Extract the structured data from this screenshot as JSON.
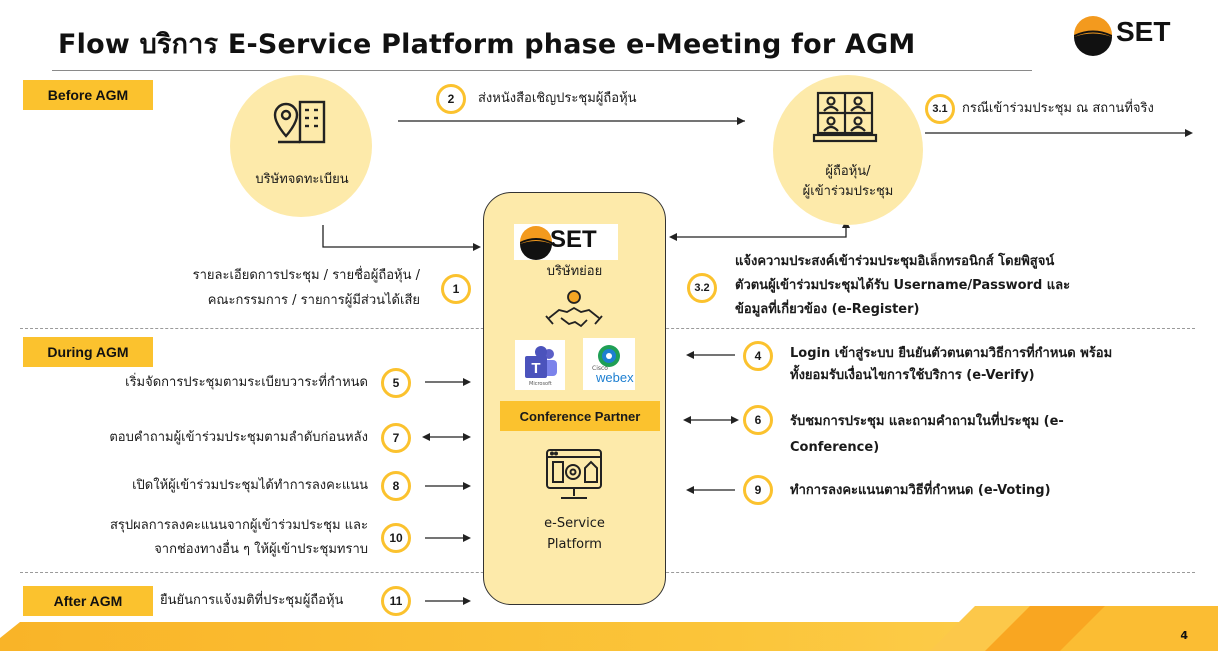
{
  "title": "Flow บริการ E-Service Platform phase e-Meeting for AGM",
  "logo_text": "SET",
  "phases": {
    "before": "Before AGM",
    "during": "During AGM",
    "after": "After AGM"
  },
  "nodes": {
    "registrar": "บริษัทจดทะเบียน",
    "shareholders": [
      "ผู้ถือหุ้น/",
      "ผู้เข้าร่วมประชุม"
    ],
    "subsidiary": "บริษัทย่อย",
    "conference_partner": "Conference Partner",
    "platform": [
      "e-Service",
      "Platform"
    ],
    "webex_small": "Cisco",
    "webex": "webex",
    "teams_small": "Microsoft"
  },
  "steps": {
    "s1": {
      "num": "1",
      "lines": [
        "รายละเอียดการประชุม / รายชื่อผู้ถือหุ้น /",
        "คณะกรรมการ / รายการผู้มีส่วนได้เสีย"
      ]
    },
    "s2": {
      "num": "2",
      "text": "ส่งหนังสือเชิญประชุมผู้ถือหุ้น"
    },
    "s3_1": {
      "num": "3.1",
      "text": "กรณีเข้าร่วมประชุม ณ สถานที่จริง"
    },
    "s3_2": {
      "num": "3.2",
      "lines": [
        "แจ้งความประสงค์เข้าร่วมประชุมอิเล็กทรอนิกส์ โดยพิสูจน์",
        "ตัวตนผู้เข้าร่วมประชุมได้รับ Username/Password และ",
        "ข้อมูลที่เกี่ยวข้อง  (e-Register)"
      ]
    },
    "s4": {
      "num": "4",
      "lines": [
        "Login เข้าสู่ระบบ ยืนยันตัวตนตามวิธีการที่กำหนด พร้อม",
        "ทั้งยอมรับเงื่อนไขการใช้บริการ (e-Verify)"
      ]
    },
    "s5": {
      "num": "5",
      "text": "เริ่มจัดการประชุมตามระเบียบวาระที่กำหนด"
    },
    "s6": {
      "num": "6",
      "lines": [
        "รับชมการประชุม และถามคำถามในที่ประชุม (e-",
        "Conference)"
      ]
    },
    "s7": {
      "num": "7",
      "text": "ตอบคำถามผู้เข้าร่วมประชุมตามลำดับก่อนหลัง"
    },
    "s8": {
      "num": "8",
      "text": "เปิดให้ผู้เข้าร่วมประชุมได้ทำการลงคะแนน"
    },
    "s9": {
      "num": "9",
      "text": "ทำการลงคะแนนตามวิธีที่กำหนด (e-Voting)"
    },
    "s10": {
      "num": "10",
      "lines": [
        "สรุปผลการลงคะแนนจากผู้เข้าร่วมประชุม และ",
        "จากช่องทางอื่น ๆ ให้ผู้เข้าประชุมทราบ"
      ]
    },
    "s11": {
      "num": "11",
      "text": "ยืนยันการแจ้งมติที่ประชุมผู้ถือหุ้น"
    }
  },
  "page_number": "4",
  "colors": {
    "accent": "#fbc22e",
    "circle_fill": "#fdeaaa",
    "orange": "#f39a1e"
  }
}
